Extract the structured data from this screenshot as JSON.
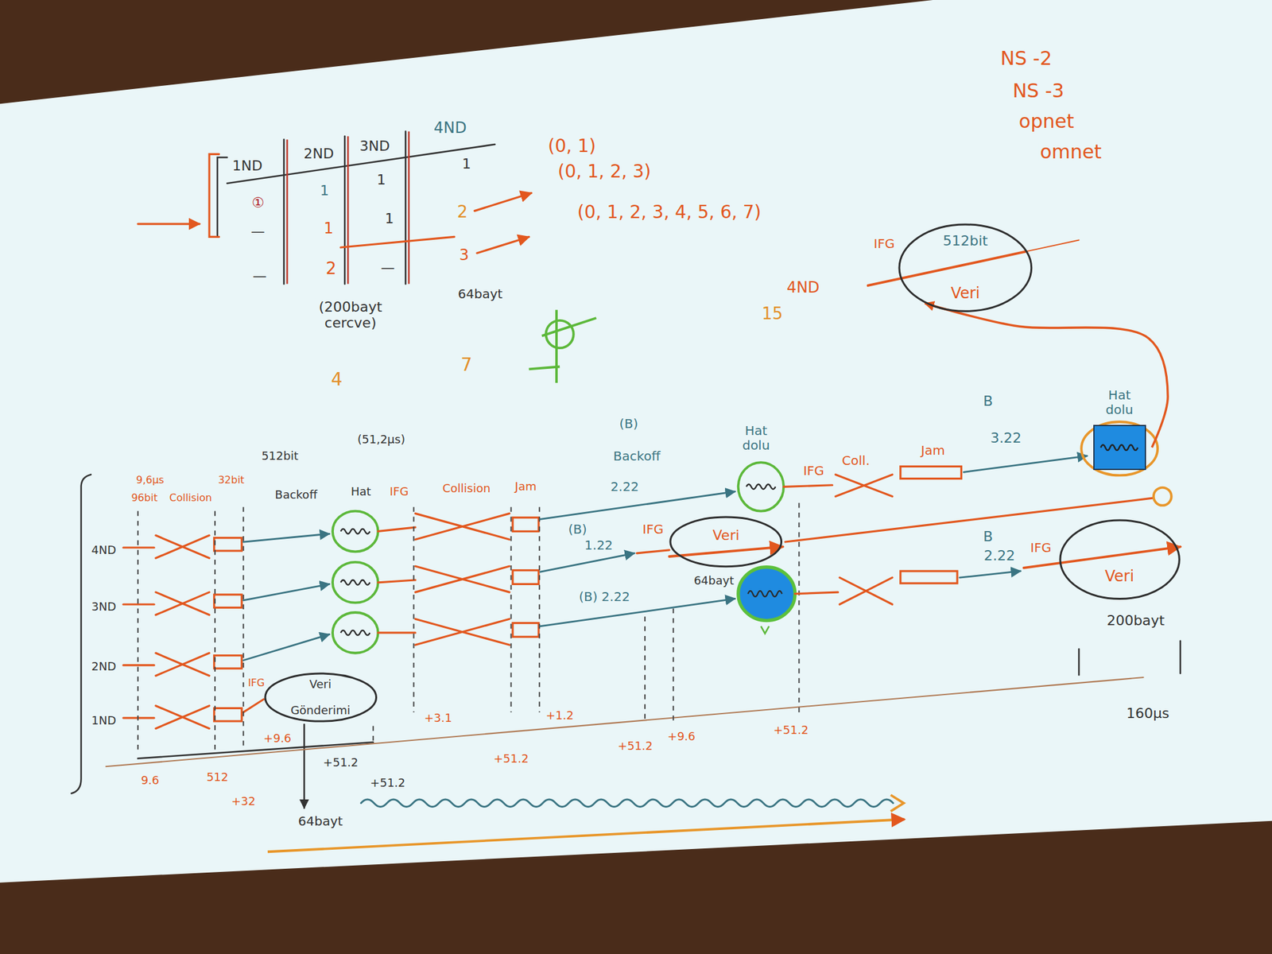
{
  "diagram": {
    "nodes": [
      {
        "text": [
          "512bit",
          "Veri"
        ]
      },
      {
        "text": [
          "Hat dolu"
        ]
      },
      {
        "text": [
          "Veri"
        ]
      },
      {
        "text": [
          "Veri"
        ]
      },
      {
        "text": [
          "Veri",
          "Gönderimi"
        ]
      }
    ],
    "edges": [
      {
        "from": 1,
        "to": 0,
        "arrow": "to"
      }
    ],
    "labels": [
      "NS -2",
      "NS -3",
      "opnet",
      "omnet",
      "1ND",
      "2ND",
      "3ND",
      "4ND",
      "①",
      "—",
      "—",
      "1",
      "1",
      "2",
      "1",
      "1",
      "—",
      "1",
      "2",
      "3",
      "(0, 1)",
      "(0, 1, 2, 3)",
      "(0, 1, 2, 3, 4, 5, 6, 7)",
      "(200bayt cercve)",
      "64bayt",
      "4",
      "7",
      "4ND",
      "IFG",
      "15",
      "9,6μs",
      "96bit",
      "Collision",
      "32bit",
      "512bit",
      "(51,2μs)",
      "Backoff",
      "Hat",
      "IFG",
      "Collision",
      "Jam",
      "(B)",
      "Backoff",
      "2.22",
      "Hat dolu",
      "IFG",
      "Coll.",
      "Jam",
      "B",
      "3.22",
      "(B)",
      "1.22",
      "IFG",
      "(B) 2.22",
      "64bayt",
      "B",
      "2.22",
      "IFG",
      "200bayt",
      "160μs",
      "4ND",
      "3ND",
      "2ND",
      "1ND",
      "IFG",
      "9.6",
      "512",
      "+32",
      "+9.6",
      "+51.2",
      "+51.2",
      "64bayt",
      "+3.1",
      "+1.2",
      "+51.2",
      "+51.2",
      "+9.6",
      "+51.2"
    ]
  }
}
